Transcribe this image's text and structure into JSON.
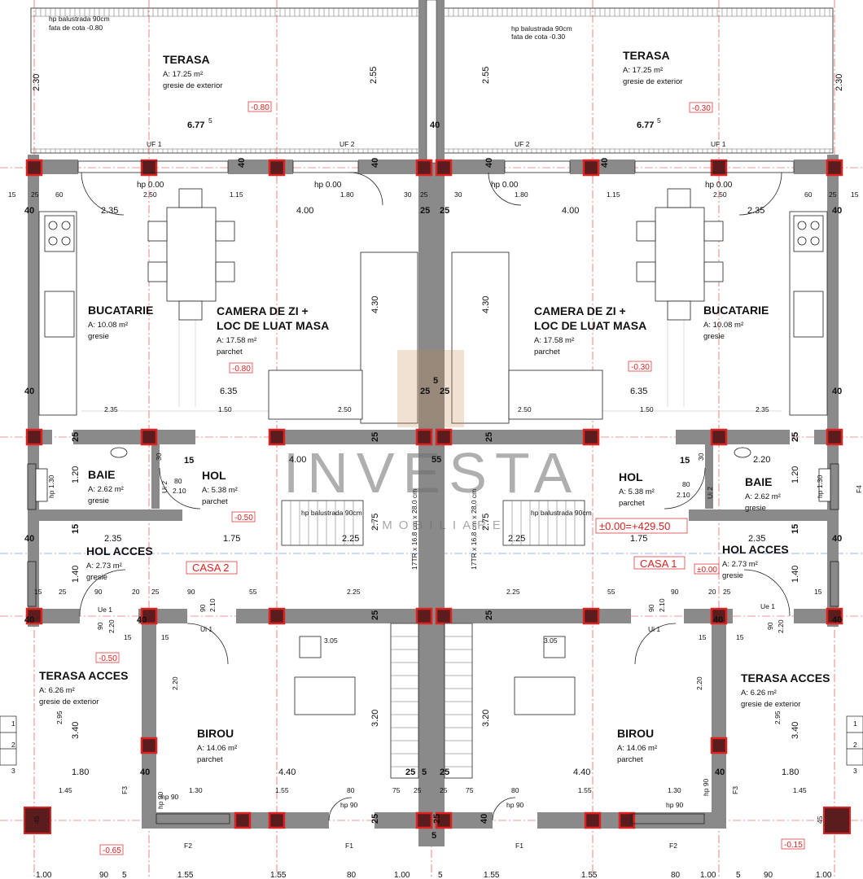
{
  "watermark": {
    "brand": "INVESTA",
    "sub": "IMOBILIARE"
  },
  "rooms": [
    {
      "id": "terasa-left",
      "name": "TERASA",
      "area": "A: 17.25 m²",
      "finish": "gresie de exterior"
    },
    {
      "id": "terasa-right",
      "name": "TERASA",
      "area": "A: 17.25 m²",
      "finish": "gresie de exterior"
    },
    {
      "id": "bucatarie-left",
      "name": "BUCATARIE",
      "area": "A: 10.08 m²",
      "finish": "gresie"
    },
    {
      "id": "bucatarie-right",
      "name": "BUCATARIE",
      "area": "A: 10.08 m²",
      "finish": "gresie"
    },
    {
      "id": "camera-left",
      "name": "CAMERA DE ZI  +",
      "name2": "LOC DE LUAT MASA",
      "area": "A: 17.58 m²",
      "finish": "parchet"
    },
    {
      "id": "camera-right",
      "name": "CAMERA DE ZI  +",
      "name2": "LOC DE LUAT MASA",
      "area": "A: 17.58 m²",
      "finish": "parchet"
    },
    {
      "id": "baie-left",
      "name": "BAIE",
      "area": "A: 2.62 m²",
      "finish": "gresie"
    },
    {
      "id": "baie-right",
      "name": "BAIE",
      "area": "A: 2.62 m²",
      "finish": "gresie"
    },
    {
      "id": "hol-left",
      "name": "HOL",
      "area": "A: 5.38 m²",
      "finish": "parchet"
    },
    {
      "id": "hol-right",
      "name": "HOL",
      "area": "A: 5.38 m²",
      "finish": "parchet"
    },
    {
      "id": "holacces-left",
      "name": "HOL ACCES",
      "area": "A: 2.73 m²",
      "finish": "gresie"
    },
    {
      "id": "holacces-right",
      "name": "HOL ACCES",
      "area": "A: 2.73 m²",
      "finish": "gresie"
    },
    {
      "id": "terasaacces-left",
      "name": "TERASA ACCES",
      "area": "A: 6.26 m²",
      "finish": "gresie de exterior"
    },
    {
      "id": "terasaacces-right",
      "name": "TERASA ACCES",
      "area": "A: 6.26 m²",
      "finish": "gresie de exterior"
    },
    {
      "id": "birou-left",
      "name": "BIROU",
      "area": "A: 14.06 m²",
      "finish": "parchet"
    },
    {
      "id": "birou-right",
      "name": "BIROU",
      "area": "A: 14.06 m²",
      "finish": "parchet"
    }
  ],
  "houses": {
    "left": "CASA 2",
    "right": "CASA 1"
  },
  "levels": {
    "m080_a": "-0.80",
    "m080_b": "-0.80",
    "m030_a": "-0.30",
    "m030_b": "-0.30",
    "m050_a": "-0.50",
    "m050_b": "-0.50",
    "zero": "±0.00",
    "zero_abs": "±0.00=+429.50",
    "m065": "-0.65",
    "m015": "-0.15"
  },
  "notes": {
    "balustrada_left_1": "hp balustrada 90cm",
    "balustrada_left_2": "fata de cota -0.80",
    "balustrada_right_1": "hp balustrada 90cm",
    "balustrada_right_2": "fata de cota -0.30",
    "stair_bal_left": "hp balustrada 90cm",
    "stair_bal_right": "hp balustrada 90cm",
    "stair_left": "17TR x 16.8 cm x 28.0 cm",
    "stair_right": "17TR x 16.8 cm x 28.0 cm"
  },
  "openings": {
    "uf1_l": "UF 1",
    "uf2_l": "UF 2",
    "uf2_r": "UF 2",
    "uf1_r": "UF 1",
    "hp000_1": "hp 0.00",
    "hp000_2": "hp 0.00",
    "hp000_3": "hp 0.00",
    "hp000_4": "hp 0.00",
    "ui2_l": "Ui 2",
    "ui2_r": "Ui 2",
    "ue1_l": "Ue 1",
    "ue1_r": "Ue 1",
    "ui1_l": "Ui 1",
    "ui1_r": "Ui 1",
    "f1_l": "F1",
    "f1_r": "F1",
    "f2_l": "F2",
    "f2_r": "F2",
    "f3_l": "F3",
    "f3_r": "F3",
    "f4": "F4",
    "hp90_1": "hp 90",
    "hp90_2": "hp 90",
    "hp90_3": "hp 90",
    "hp90_4": "hp 90",
    "hp90_5": "hp 90",
    "hp90_6": "hp 90",
    "hp130_l": "hp 1.30",
    "hp130_r": "hp 1.30",
    "d80_l": "80",
    "d210_l": "2.10",
    "d80_r": "80",
    "d210_r": "2.10"
  },
  "dims": {
    "t_230_l": "2.30",
    "t_255_l": "2.55",
    "t_677_l": "6.77",
    "t_677_sup_l": "5",
    "t_230_r": "2.30",
    "t_255_r": "2.55",
    "t_677_r": "6.77",
    "t_677_sup_r": "5",
    "c40_a": "40",
    "c40_b": "40",
    "c40_c": "40",
    "c40_d": "40",
    "c40_e": "40",
    "c40_f": "40",
    "c40_g": "40",
    "c40_h": "40",
    "c40_i": "40",
    "c40_j": "40",
    "c40_k": "40",
    "c40_l": "40",
    "c40_m": "40",
    "c40_n": "40",
    "c40_o": "40",
    "c40_p": "40",
    "c40_q": "40",
    "c40_r": "40",
    "c25_a": "25",
    "c25_b": "25",
    "c25_c": "25",
    "c25_d": "25",
    "c25_e": "25",
    "c25_f": "25",
    "c25_g": "25",
    "c25_h": "25",
    "c25_i": "25",
    "c25_j": "25",
    "c25_k": "25",
    "c25_l": "25",
    "c25_m": "25",
    "c25_n": "25",
    "c55": "55",
    "c5_a": "5",
    "c5_b": "5",
    "row1_15": "15",
    "row1_25": "25",
    "row1_60": "60",
    "row1_250": "2.50",
    "row1_115": "1.15",
    "row1_180": "1.80",
    "row1_30": "30",
    "row1_25b": "25",
    "row1r_30": "30",
    "row1r_180": "1.80",
    "row1r_115": "1.15",
    "row1r_250": "2.50",
    "row1r_60": "60",
    "row1r_25": "25",
    "row1r_15": "15",
    "k_235_l": "2.35",
    "k_400_l": "4.00",
    "k_400_r": "4.00",
    "k_235_r": "2.35",
    "v_430_l": "4.30",
    "v_430_r": "4.30",
    "k_635_l": "6.35",
    "k_635_r": "6.35",
    "r2_235_l": "2.35",
    "r2_150_l": "1.50",
    "r2_250_l": "2.50",
    "r2_250_r": "2.50",
    "r2_150_r": "1.50",
    "r2_235_r": "2.35",
    "b_400_l": "4.00",
    "b_220_r": "2.20",
    "b_15_l": "15",
    "b_15_r": "15",
    "b_120_l": "1.20",
    "b_120_r": "1.20",
    "b_30_l": "30",
    "b_30_r": "30",
    "h_235_l": "2.35",
    "h_175_l": "1.75",
    "h_225_l": "2.25",
    "h_225_r": "2.25",
    "h_175_r": "1.75",
    "h_235_r": "2.35",
    "v_275_l": "2.75",
    "v_275_r": "2.75",
    "v_15_l": "15",
    "v_15_r": "15",
    "v_140_l": "1.40",
    "v_140_r": "1.40",
    "ha_15": "15",
    "ha_25": "25",
    "ha_90": "90",
    "ha_20": "20",
    "ha_25b": "25",
    "ha_90b": "90",
    "ha_55": "55",
    "ha_225": "2.25",
    "har_225": "2.25",
    "har_55": "55",
    "har_90": "90",
    "har_20": "20",
    "har_25": "25",
    "har_15": "15",
    "e_90_l": "90",
    "e_210_l": "2.10",
    "e_90_r": "90",
    "e_210_r": "2.10",
    "e_220_l": "2.20",
    "e_220_r": "2.20",
    "e_90b_l": "90",
    "e_90b_r": "90",
    "bi_305_l": "3.05",
    "bi_305_r": "3.05",
    "bi_220_l": "2.20",
    "bi_220_r": "2.20",
    "bi_295_l": "2.95",
    "bi_295_r": "2.95",
    "bi_340_l": "3.40",
    "bi_340_r": "3.40",
    "bi_320_l": "3.20",
    "bi_320_r": "3.20",
    "bi_180_l": "1.80",
    "bi_440_l": "4.40",
    "bi_440_r": "4.40",
    "bi_180_r": "1.80",
    "f_145_l": "1.45",
    "f_130_l": "1.30",
    "f_155_l": "1.55",
    "f_80_l": "80",
    "f_75_l": "75",
    "f_25_l": "25",
    "f_25_r": "25",
    "f_75_r": "75",
    "f_80_r": "80",
    "f_155_r": "1.55",
    "f_130_r": "1.30",
    "f_145_r": "1.45",
    "f_15_a": "15",
    "f_15_b": "15",
    "f_15_c": "15",
    "f_15_d": "15",
    "f_45_l": "45",
    "f_45_r": "45",
    "bot_100_a": "1.00",
    "bot_90": "90",
    "bot_5a": "5",
    "bot_155a": "1.55",
    "bot_155b": "1.55",
    "bot_80": "80",
    "bot_100_b": "1.00",
    "bot_5b": "5",
    "bot_155c": "1.55",
    "bot_155d": "1.55",
    "bot_80b": "80",
    "bot_100_c": "1.00",
    "bot_5c": "5",
    "bot_90b": "90",
    "bot_100_d": "1.00",
    "step1": "1",
    "step2": "2",
    "step3": "3",
    "step1r": "1",
    "step2r": "2",
    "step3r": "3",
    "s_5a": "5",
    "s_5b": "5",
    "s_5c": "5"
  }
}
